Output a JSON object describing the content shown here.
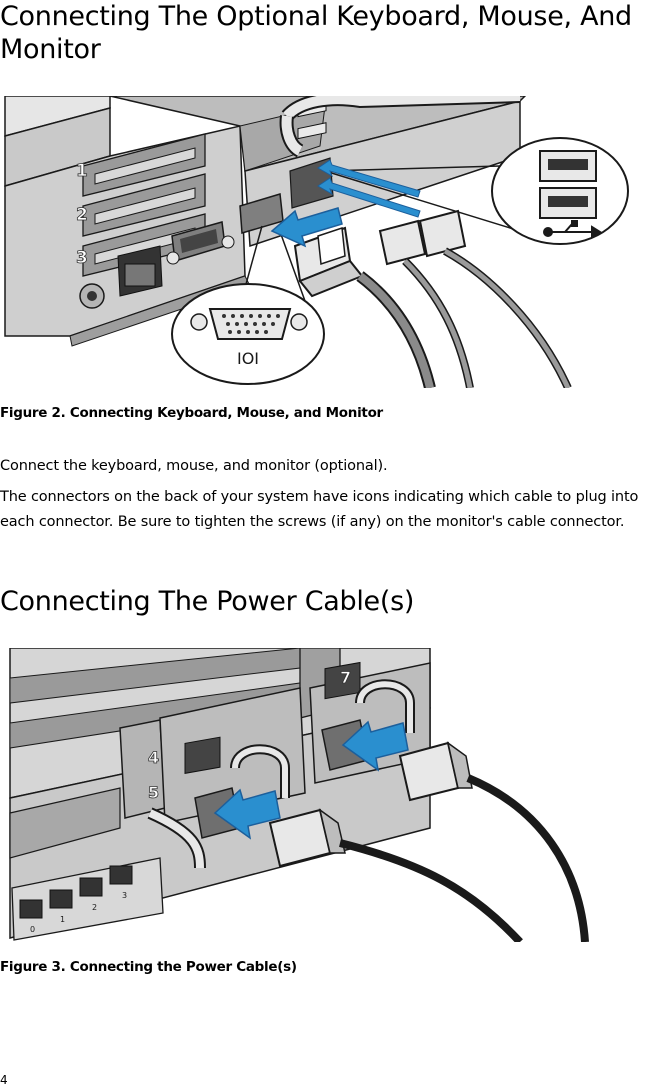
{
  "section_keyboard": {
    "heading": "Connecting The Optional Keyboard, Mouse, And Monitor",
    "figure_caption": "Figure 2. Connecting Keyboard, Mouse, and Monitor",
    "figure_labels": {
      "slot_1": "1",
      "slot_2": "2",
      "slot_3": "3",
      "vga_icon": "IOI"
    },
    "paragraphs": [
      "Connect the keyboard, mouse, and monitor (optional).",
      "The connectors on the back of your system have icons indicating which cable to plug into each connector. Be sure to tighten the screws (if any) on the monitor's cable connector."
    ]
  },
  "section_power": {
    "heading": "Connecting The Power Cable(s)",
    "figure_caption": "Figure 3. Connecting the Power Cable(s)",
    "figure_labels": {
      "bay_4": "4",
      "bay_5": "5",
      "bay_7": "7",
      "nic_0": "0",
      "nic_1": "1",
      "nic_2": "2",
      "nic_3": "3"
    }
  },
  "page_number": "4",
  "colors": {
    "arrow_blue": "#2a8fcf",
    "arrow_blue_dark": "#1c5f9c",
    "line": "#1a1a1a",
    "panel_gray": "#d6d6d6"
  }
}
